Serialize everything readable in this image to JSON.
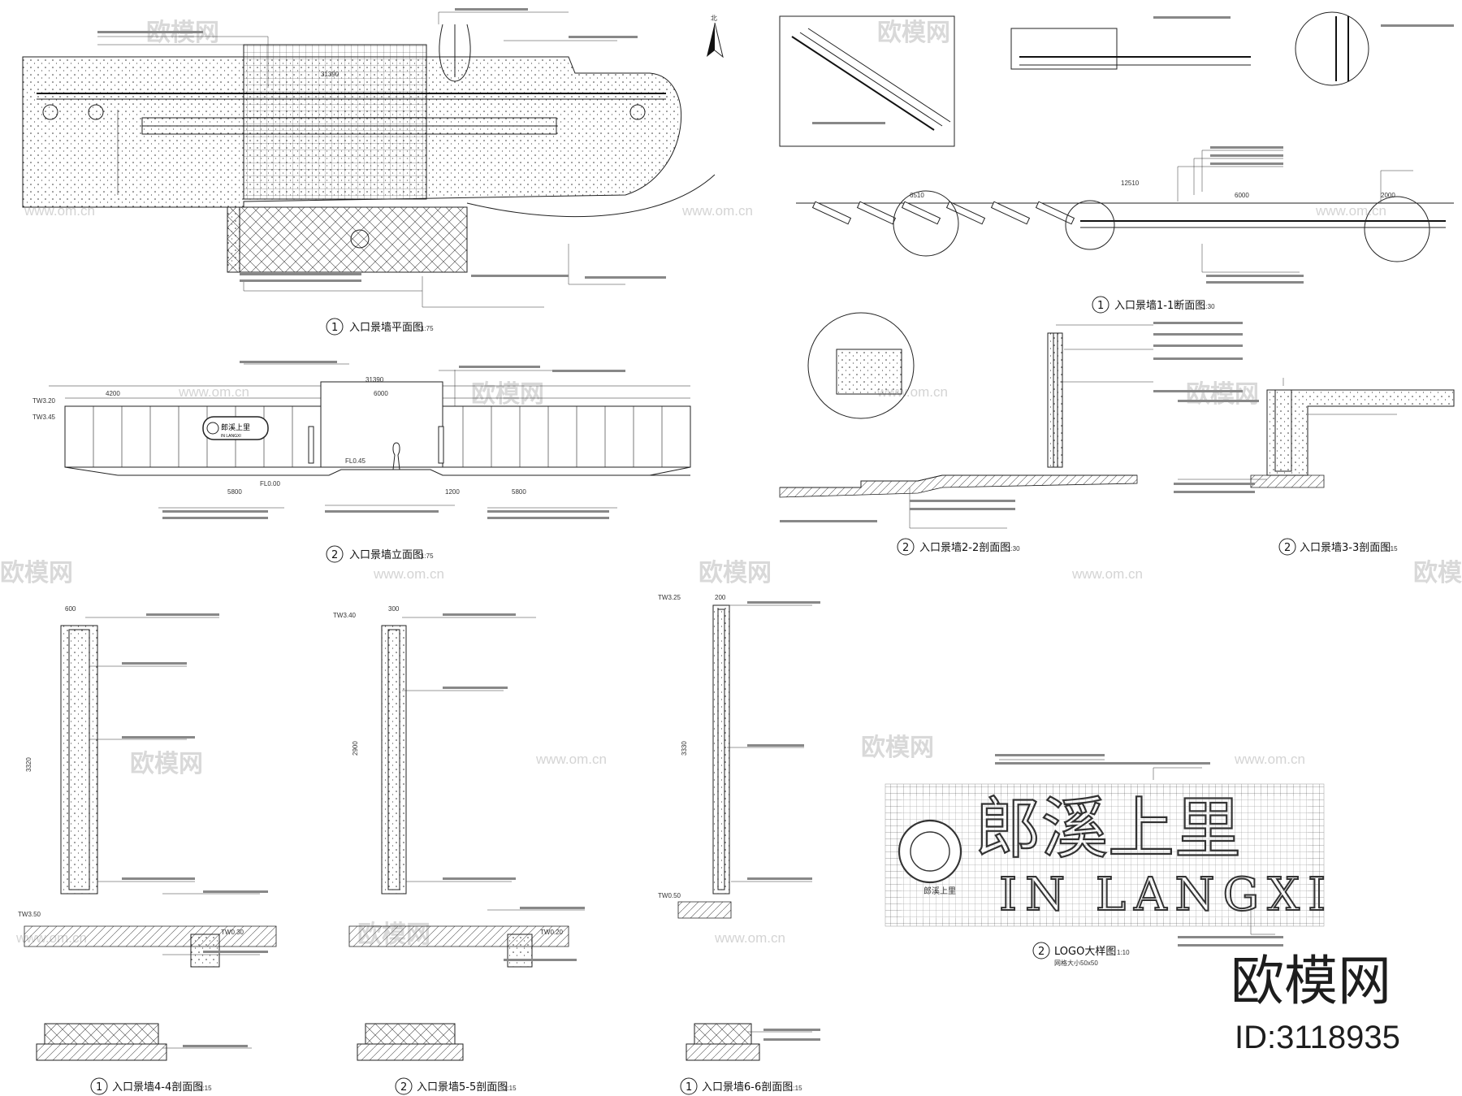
{
  "drawings": {
    "plan": {
      "num": "1",
      "title": "入口景墙平面图",
      "scale": "1:75"
    },
    "elevation": {
      "num": "2",
      "title": "入口景墙立面图",
      "scale": "1:75"
    },
    "sec11": {
      "num": "1",
      "title": "入口景墙1-1断面图",
      "scale": "1:30"
    },
    "sec22": {
      "num": "2",
      "title": "入口景墙2-2剖面图",
      "scale": "1:30"
    },
    "sec33": {
      "num": "2",
      "title": "入口景墙3-3剖面图",
      "scale": "1:15"
    },
    "sec44": {
      "num": "1",
      "title": "入口景墙4-4剖面图",
      "scale": "1:15"
    },
    "sec55": {
      "num": "2",
      "title": "入口景墙5-5剖面图",
      "scale": "1:15"
    },
    "sec66": {
      "num": "1",
      "title": "入口景墙6-6剖面图",
      "scale": "1:15"
    },
    "logo": {
      "num": "2",
      "title": "LOGO大样图",
      "scale": "1:10",
      "subtitle": "网格大小50x50"
    }
  },
  "logo_text": {
    "cn": "郎溪上里",
    "en": "IN LANGXI",
    "badge": "郎溪上里"
  },
  "elevation_sign": {
    "cn": "郎溪上里",
    "en": "IN LANGXI"
  },
  "dims": {
    "plan_total": "31390",
    "elev_total": "31390",
    "sec11_total": "12510",
    "sec11_a": "6510",
    "sec11_b": "6000",
    "sec11_c": "2000",
    "elev_a": "4200",
    "elev_b": "6000",
    "elev_c": "5800",
    "elev_d": "1200",
    "sec44_h": "3320",
    "sec55_h": "2900",
    "sec66_h": "3330",
    "sec44_w": "600",
    "sec55_w": "300",
    "sec66_w": "200"
  },
  "levels": {
    "tl1": "TW3.20",
    "tl2": "TW3.45",
    "fl1": "FL0.45",
    "fl2": "FL0.00",
    "tw1": "TW3.50",
    "tw2": "TW0.30",
    "tw3": "TW3.40",
    "tw4": "TW0.20",
    "tw5": "TW3.25",
    "tw6": "TW0.50"
  },
  "north_label": "北",
  "watermark": {
    "brand": "欧模网",
    "url": "www.om.cn",
    "id": "ID:3118935"
  },
  "colors": {
    "line": "#222222",
    "watermark": "#d9d9d9",
    "background": "#ffffff"
  }
}
